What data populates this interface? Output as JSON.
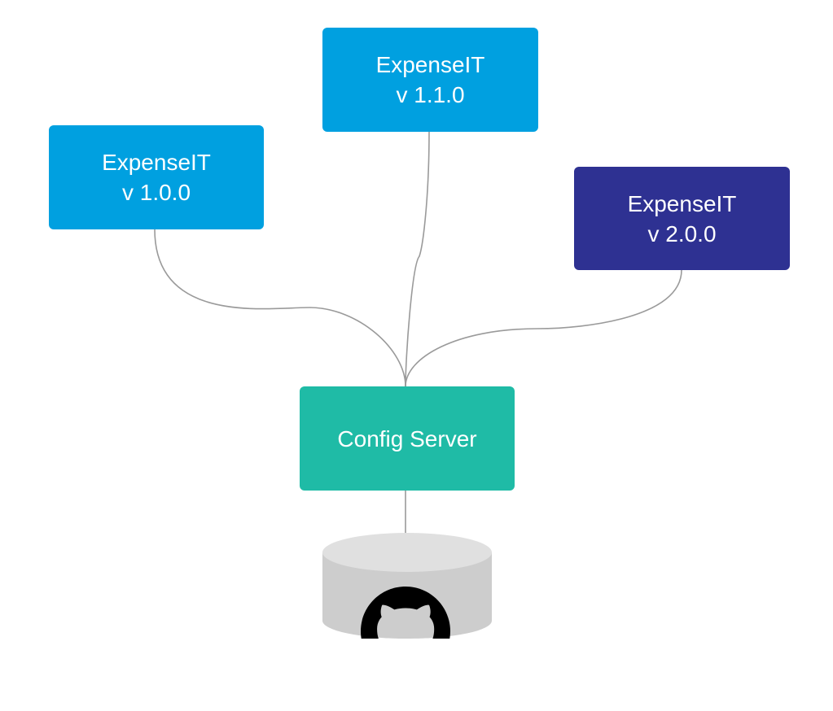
{
  "nodes": [
    {
      "id": "expenseit-v1-0-0",
      "title": "ExpenseIT",
      "version": "v 1.0.0",
      "color": "#00a0e0"
    },
    {
      "id": "expenseit-v1-1-0",
      "title": "ExpenseIT",
      "version": "v 1.1.0",
      "color": "#00a0e0"
    },
    {
      "id": "expenseit-v2-0-0",
      "title": "ExpenseIT",
      "version": "v 2.0.0",
      "color": "#2e3192"
    },
    {
      "id": "config-server",
      "title": "Config Server",
      "color": "#1fbba6"
    }
  ],
  "repository": {
    "icon": "github-icon",
    "shape": "cylinder"
  },
  "edges": [
    {
      "from": "expenseit-v1-0-0",
      "to": "config-server"
    },
    {
      "from": "expenseit-v1-1-0",
      "to": "config-server"
    },
    {
      "from": "expenseit-v2-0-0",
      "to": "config-server"
    },
    {
      "from": "config-server",
      "to": "repository"
    }
  ]
}
